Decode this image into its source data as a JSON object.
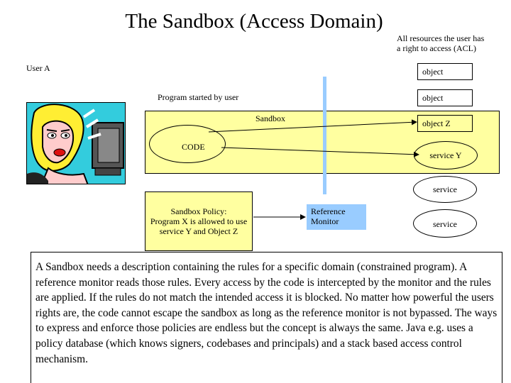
{
  "title": "The Sandbox (Access Domain)",
  "acl_note": [
    "All resources the user has",
    "a right to access (ACL)"
  ],
  "user_label": "User A",
  "program_label": "Program started by user",
  "sandbox_label": "Sandbox",
  "code_label": "CODE",
  "objects": [
    "object",
    "object",
    "object Z"
  ],
  "services": [
    "service Y",
    "service",
    "service"
  ],
  "policy": [
    "Sandbox Policy:",
    "Program X is allowed to use",
    "service Y and Object Z"
  ],
  "reference_monitor": [
    "Reference",
    "Monitor"
  ],
  "description": "A Sandbox needs a description containing the rules for a specific domain (constrained program). A reference monitor reads those rules. Every access by the code is intercepted by the monitor and the rules are applied. If the rules do not match the intended access it is blocked. No matter how powerful the users rights are, the code cannot escape the sandbox as long as the reference monitor is not bypassed. The ways to express and enforce those policies are endless but the concept is always the same. Java e.g. uses a policy database (which knows signers, codebases and principals) and a stack based access control mechanism.",
  "colors": {
    "sandbox": "#ffffa0",
    "monitor": "#99ccff",
    "avatar_bg": "#33ccdd"
  },
  "icons": {
    "avatar": "woman-at-computer-icon"
  }
}
